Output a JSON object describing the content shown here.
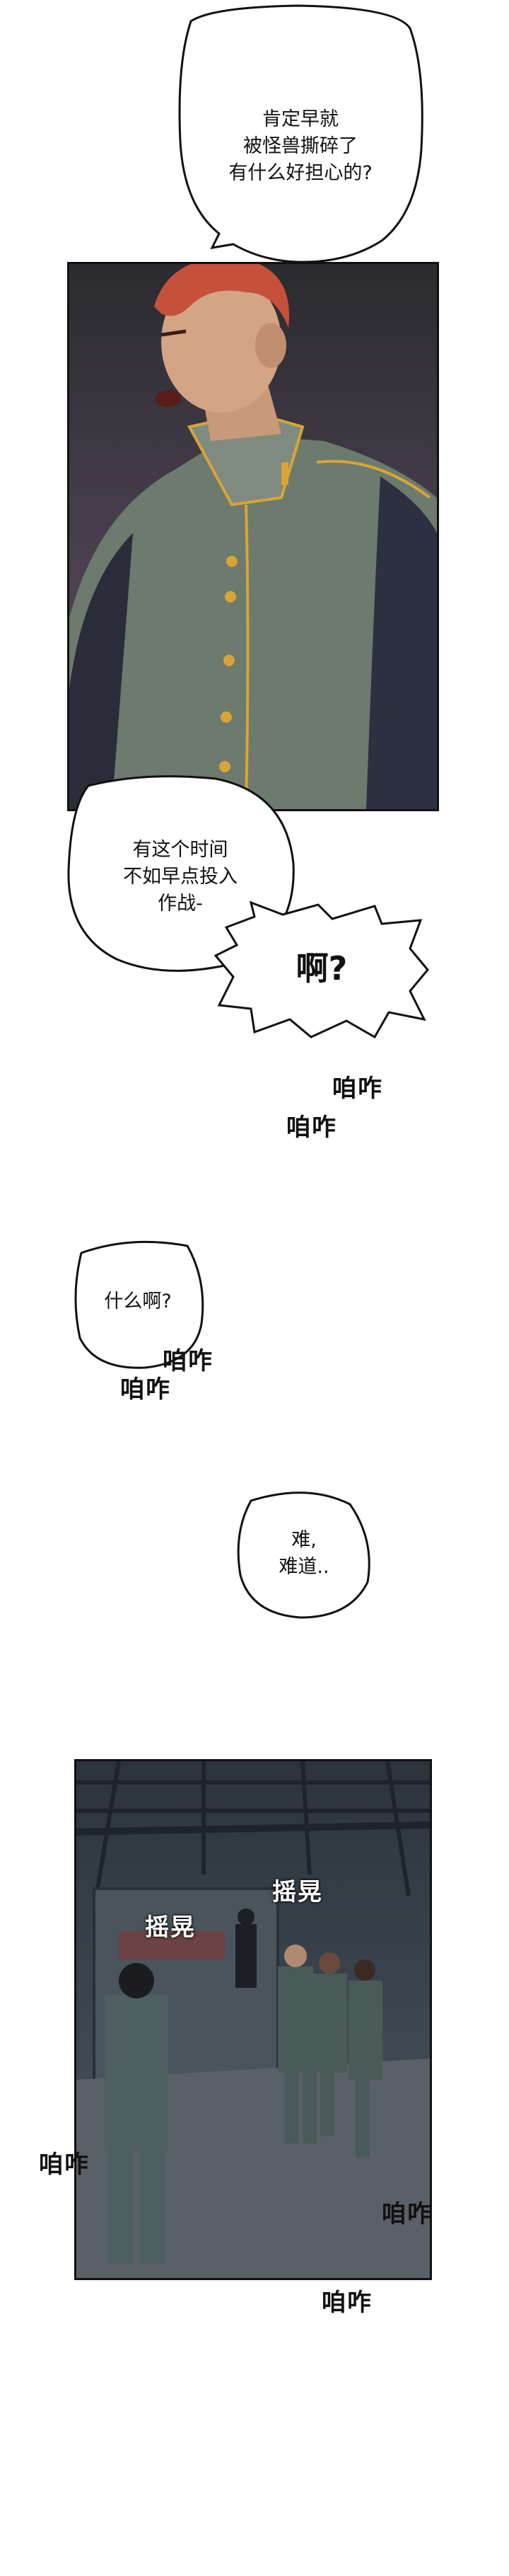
{
  "bubbles": {
    "b1": "肯定早就\n被怪兽撕碎了\n有什么好担心的?",
    "b2": "有这个时间\n不如早点投入\n作战-",
    "b3": "啊?",
    "b4": "什么啊?",
    "b5": "难,\n难道.."
  },
  "sfx": {
    "s1": "咱咋",
    "s2": "咱咋",
    "s3": "咱咋",
    "s4": "咱咋",
    "s5": "摇晃",
    "s6": "摇晃",
    "s7": "咱咋",
    "s8": "咱咋",
    "s9": "咱咋"
  },
  "colors": {
    "panel_border": "#111111",
    "uniform": "#6d7a6e",
    "hair": "#c5513a",
    "gold_trim": "#d9a437",
    "hangar": "#3c4650"
  }
}
